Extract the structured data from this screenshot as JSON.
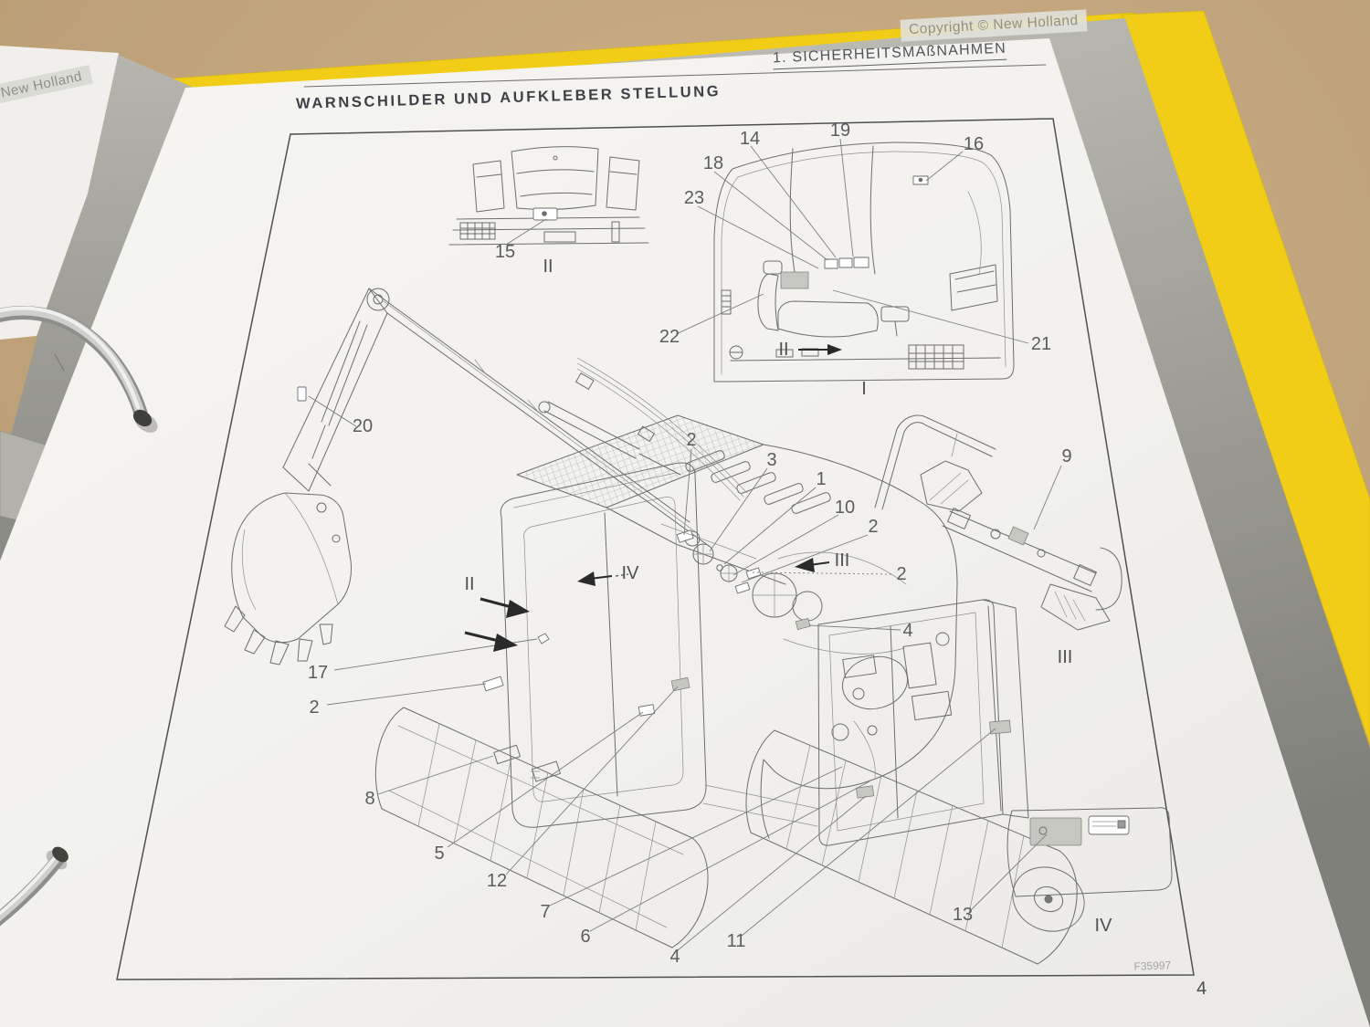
{
  "photo": {
    "desk_color": "#c5a77d",
    "binder_yellow": "#f1cd17",
    "binder_board_gray": "#b9b9b1",
    "page_color": "#f3f2ee"
  },
  "page": {
    "copyright_badge": "Copyright © New Holland",
    "chapter_header": "1. SICHERHEITSMAßNAHMEN",
    "title": "WARNSCHILDER UND AUFKLEBER STELLUNG",
    "page_number": "4",
    "prev_page_fragment": "© New Holland"
  },
  "figure": {
    "figure_code": "F35997",
    "callouts": [
      {
        "label": "20"
      },
      {
        "label": "2"
      },
      {
        "label": "3"
      },
      {
        "label": "1"
      },
      {
        "label": "10"
      },
      {
        "label": "2"
      },
      {
        "label": "2"
      },
      {
        "label": "4"
      },
      {
        "label": "17"
      },
      {
        "label": "2"
      },
      {
        "label": "8"
      },
      {
        "label": "5"
      },
      {
        "label": "12"
      },
      {
        "label": "7"
      },
      {
        "label": "6"
      },
      {
        "label": "4"
      },
      {
        "label": "11"
      },
      {
        "label": "14"
      },
      {
        "label": "19"
      },
      {
        "label": "16"
      },
      {
        "label": "18"
      },
      {
        "label": "23"
      },
      {
        "label": "22"
      },
      {
        "label": "21"
      },
      {
        "label": "15"
      },
      {
        "label": "9"
      },
      {
        "label": "13"
      }
    ],
    "view_labels": [
      {
        "label": "II"
      },
      {
        "label": "I"
      },
      {
        "label": "II"
      },
      {
        "label": "II"
      },
      {
        "label": "IV"
      },
      {
        "label": "III"
      },
      {
        "label": "III"
      },
      {
        "label": "IV"
      }
    ]
  }
}
